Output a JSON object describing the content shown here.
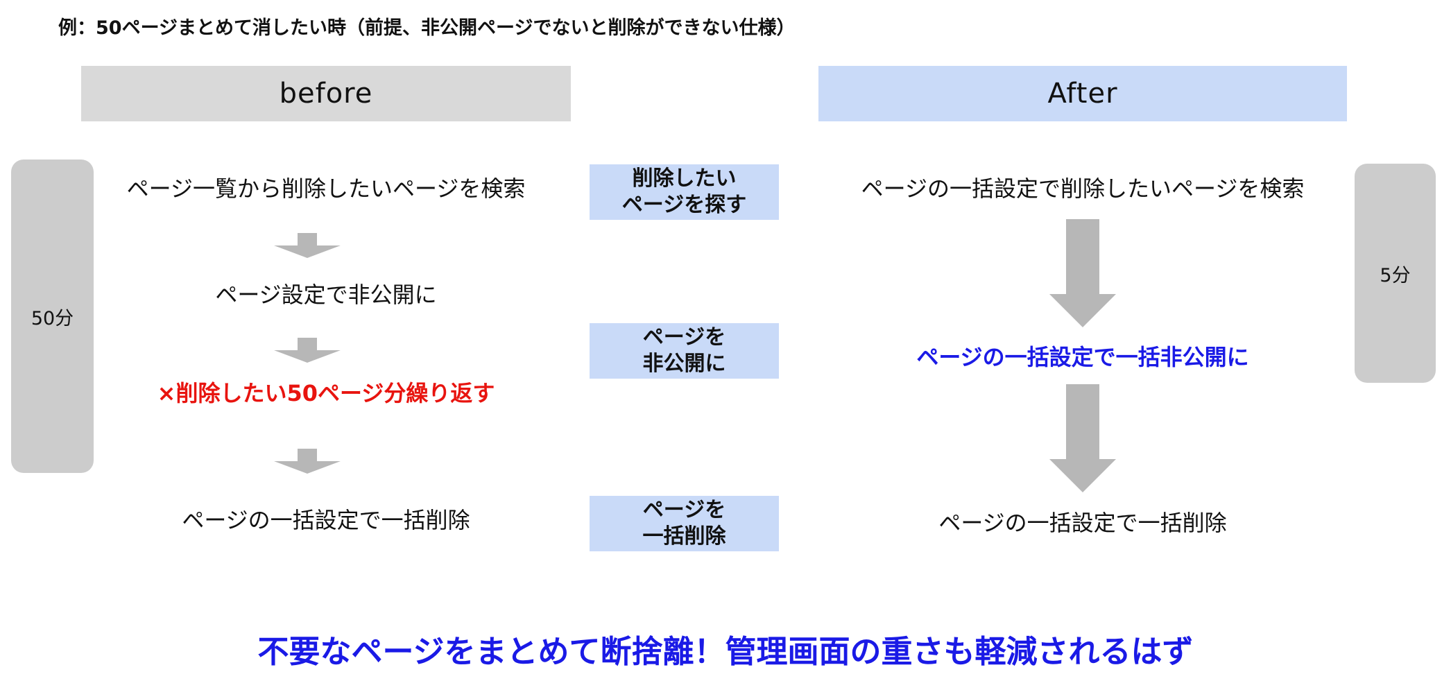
{
  "title_note": "例：50ページまとめて消したい時（前提、非公開ページでないと削除ができない仕様）",
  "before": {
    "header": "before",
    "time": "50分",
    "steps": [
      "ページ一覧から削除したいページを検索",
      "ページ設定で非公開に",
      "×削除したい50ページ分繰り返す",
      "ページの一括設定で一括削除"
    ]
  },
  "phases": [
    "削除したい\nページを探す",
    "ページを\n非公開に",
    "ページを\n一括削除"
  ],
  "after": {
    "header": "After",
    "time": "5分",
    "steps": [
      "ページの一括設定で削除したいページを検索",
      "ページの一括設定で一括非公開に",
      "ページの一括設定で一括削除"
    ]
  },
  "bottom_message": "不要なページをまとめて断捨離！管理画面の重さも軽減されるはず",
  "colors": {
    "before_header_bg": "#d9d9d9",
    "after_header_bg": "#c9daf8",
    "phase_bg": "#c9daf8",
    "time_pill_bg": "#cccccc",
    "arrow": "#b7b7b7",
    "highlight_red": "#e8140f",
    "highlight_blue": "#1a1ae6"
  },
  "icons": {
    "flow_arrow": "down-arrow-icon"
  }
}
